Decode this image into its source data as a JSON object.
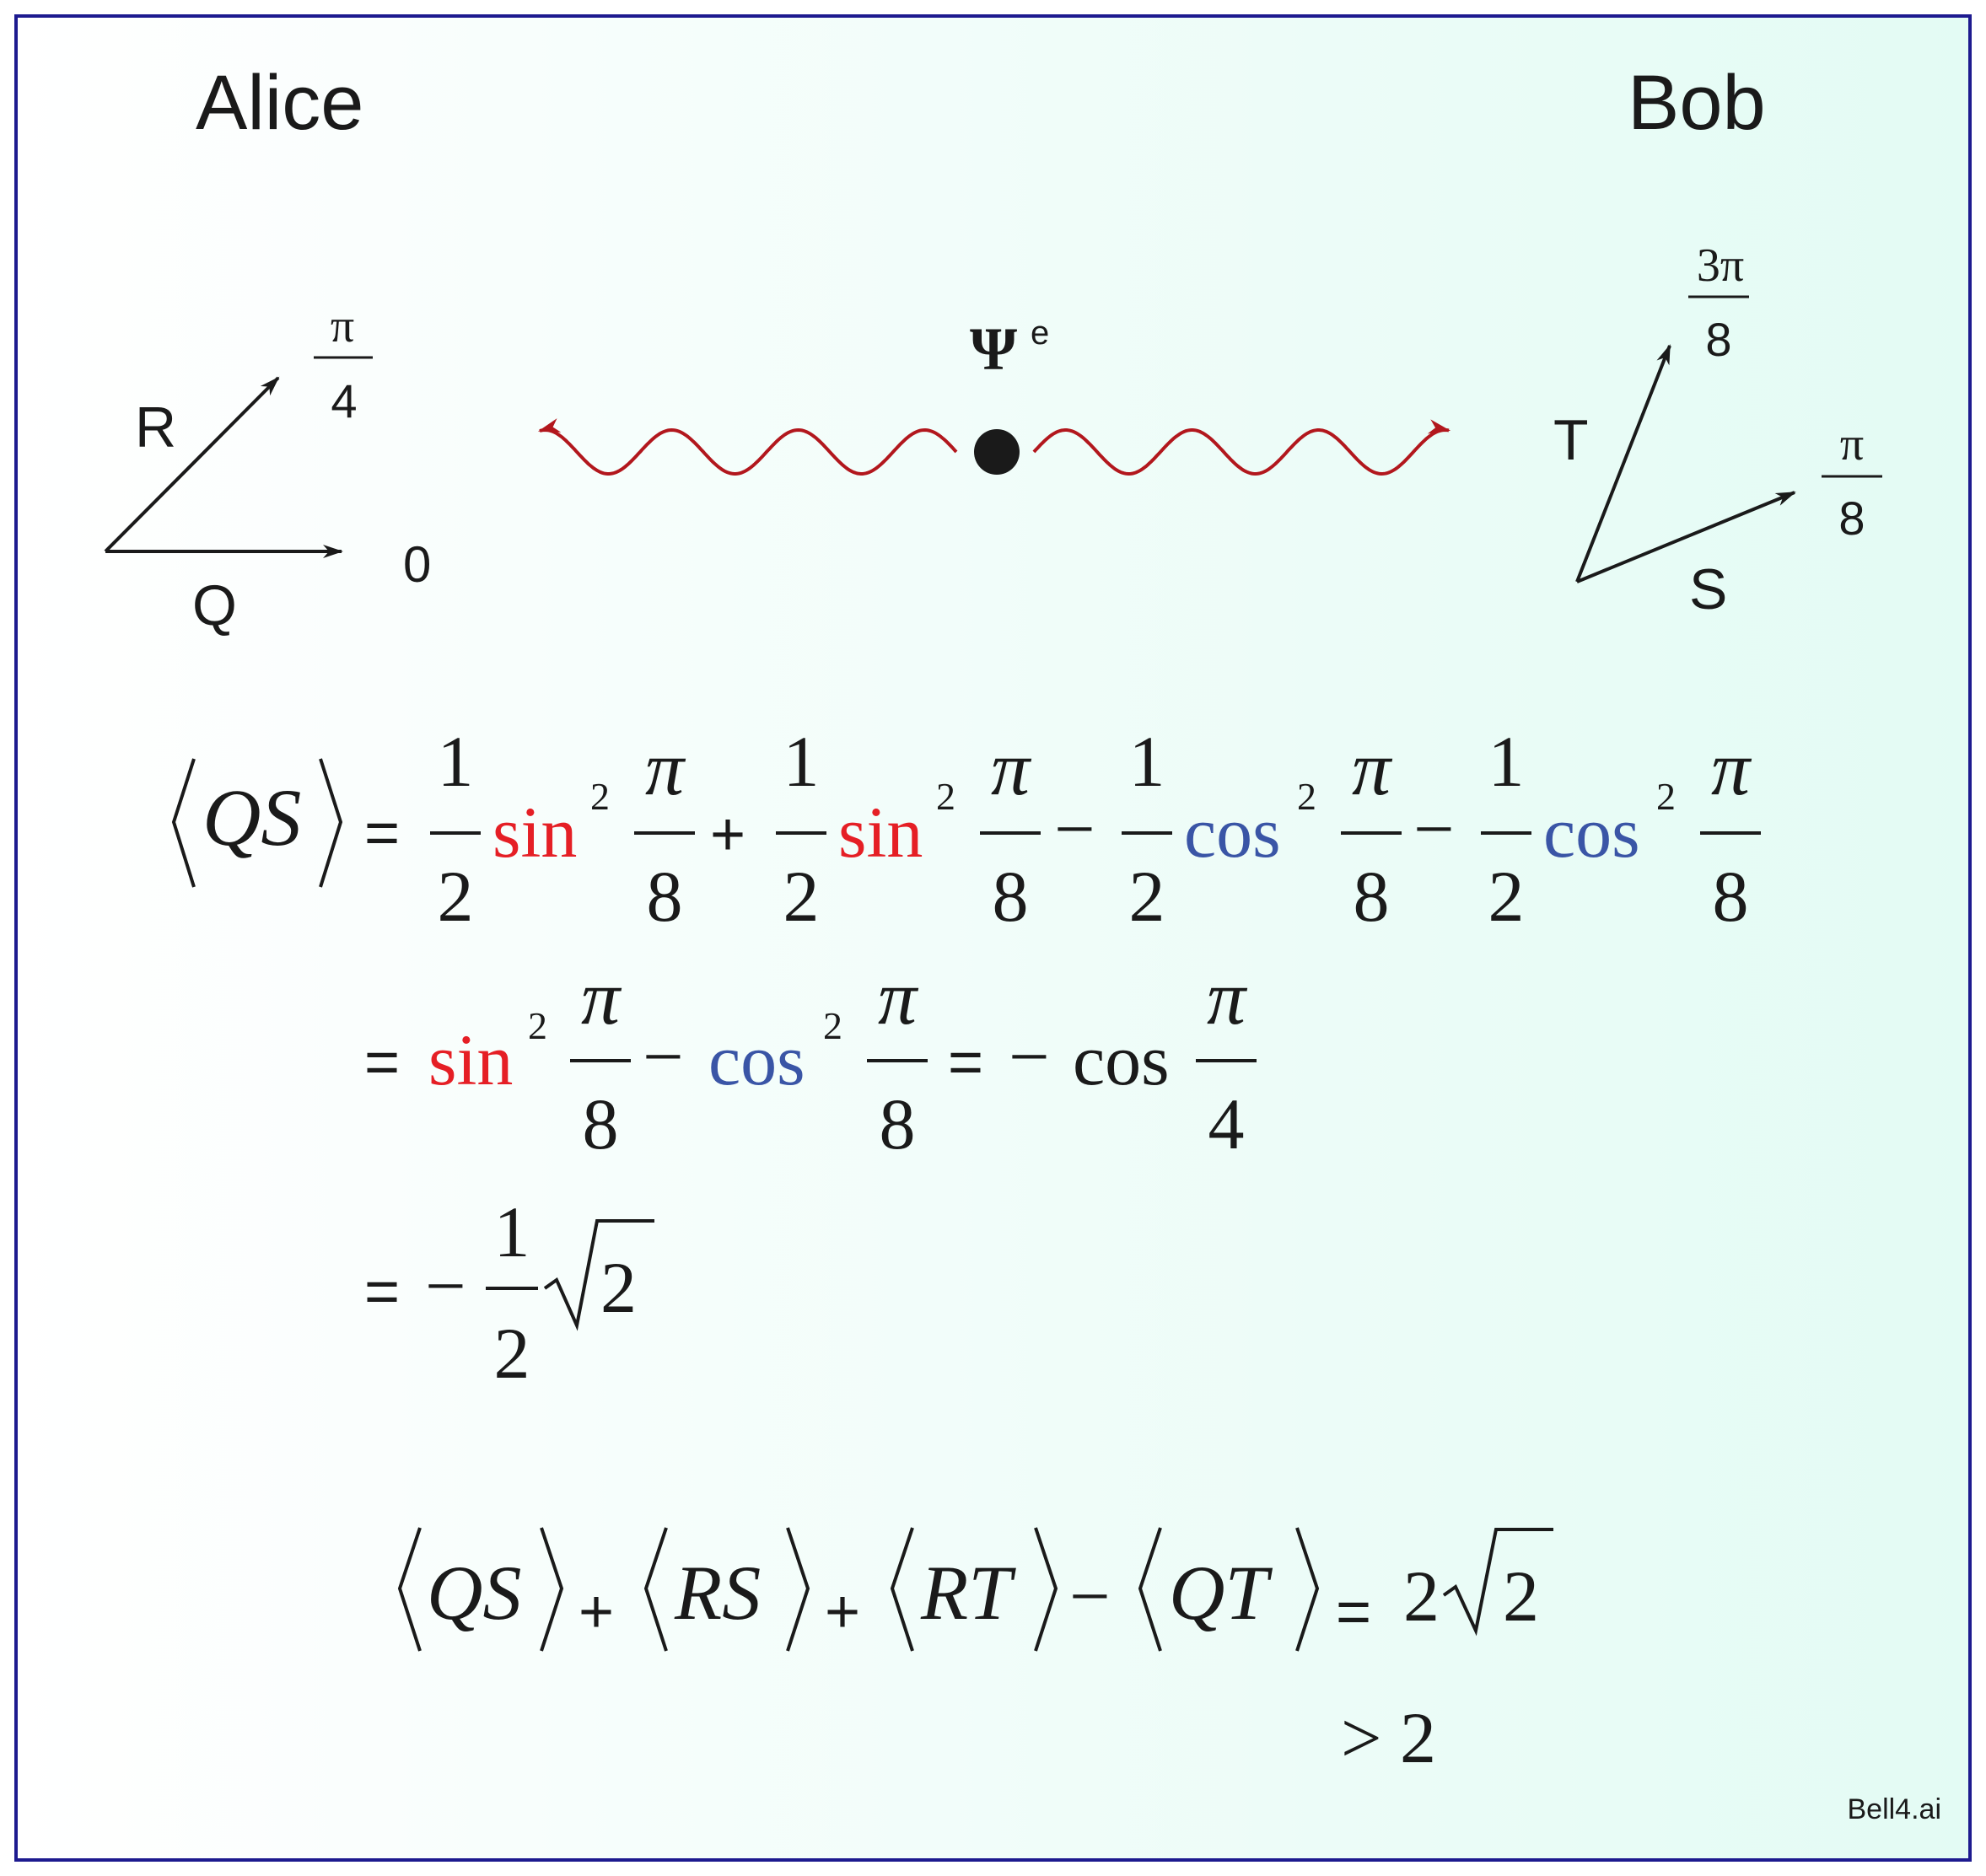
{
  "colors": {
    "frame": "#1d1a8f",
    "bg_left": "#ffffff",
    "bg_right": "#e3fbf4",
    "wave": "#b2171d",
    "sin": "#e51f25",
    "cos": "#3a55a6",
    "ink": "#1a1a1a"
  },
  "labels": {
    "alice": "Alice",
    "bob": "Bob",
    "psi": "Ψ",
    "psi_sup": "e",
    "watermark": "Bell4.ai"
  },
  "alice": {
    "q": "Q",
    "r": "R",
    "angle_q": "0",
    "angle_r_num": "π",
    "angle_r_den": "4"
  },
  "bob": {
    "s": "S",
    "t": "T",
    "angle_s_num": "π",
    "angle_s_den": "8",
    "angle_t_num": "3π",
    "angle_t_den": "8"
  },
  "math": {
    "qs_label": "QS",
    "eq": "=",
    "plus": "+",
    "minus": "−",
    "one": "1",
    "two": "2",
    "four": "4",
    "eight": "8",
    "pi": "π",
    "sin": "sin",
    "cos": "cos",
    "sq": "2",
    "gt2": "> 2",
    "two_root2_coef": "2",
    "rs": "RS",
    "rt": "RT",
    "qt": "QT"
  }
}
